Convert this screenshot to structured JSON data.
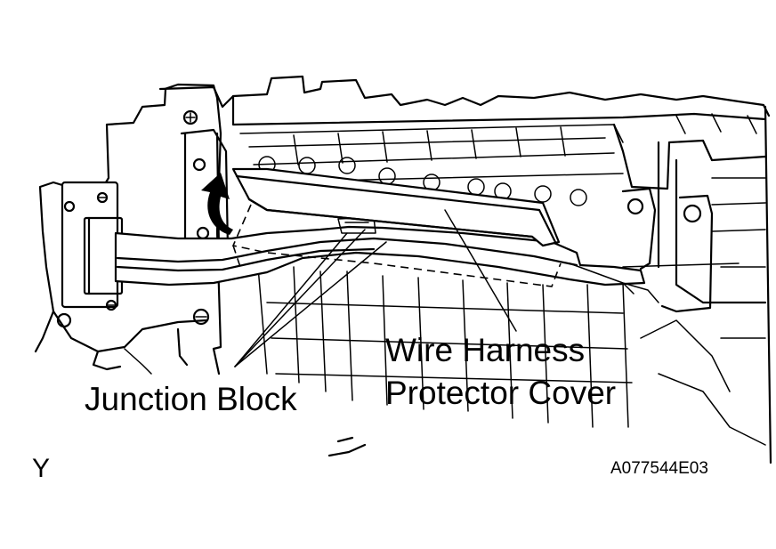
{
  "labels": {
    "wire_harness_line1": "Wire Harness",
    "wire_harness_line2": "Protector Cover",
    "junction_block": "Junction Block",
    "view_marker": "Y",
    "figure_code": "A077544E03"
  },
  "icons": {
    "rotation_arrow": "curved-arrow-up-icon"
  },
  "colors": {
    "ink": "#000000",
    "paper": "#ffffff"
  }
}
